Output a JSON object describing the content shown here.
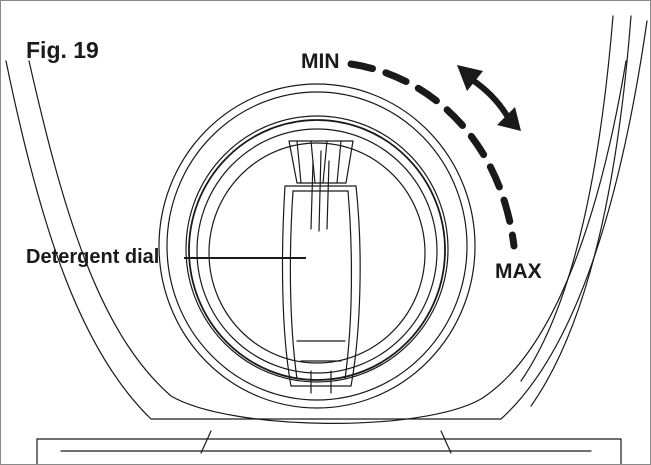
{
  "figure": {
    "label": "Fig. 19",
    "callouts": {
      "detergent_dial": "Detergent dial"
    },
    "scale": {
      "min_label": "MIN",
      "max_label": "MAX"
    },
    "arrow_icon": "double-headed-rotate-arrow-icon",
    "colors": {
      "line": "#1a1a1a",
      "background": "#ffffff",
      "frame": "#8a8a8a"
    }
  }
}
